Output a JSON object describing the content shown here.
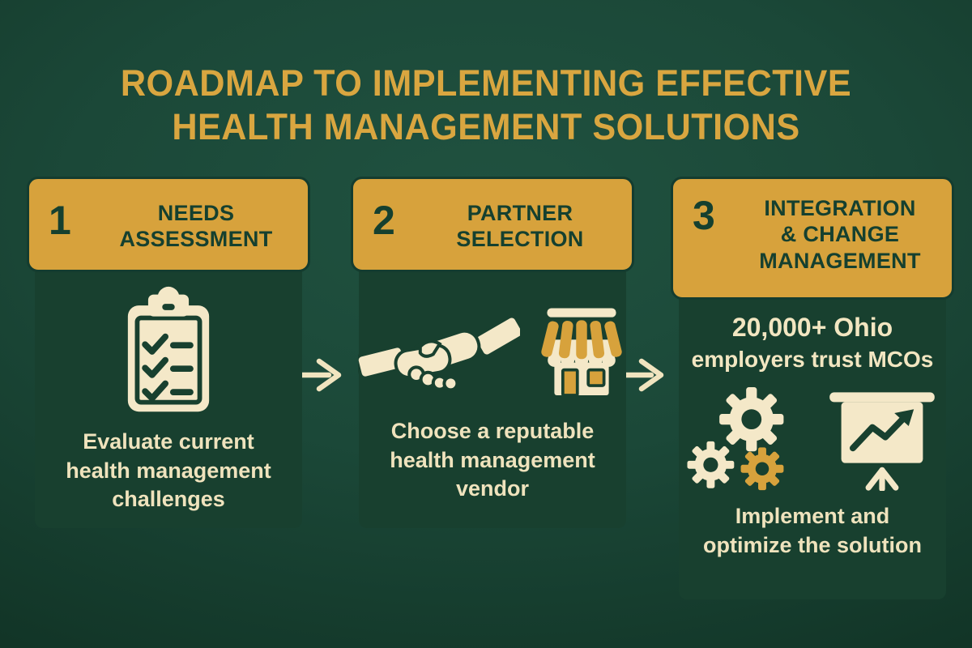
{
  "title": {
    "line1": "ROADMAP TO IMPLEMENTING EFFECTIVE",
    "line2": "HEALTH MANAGEMENT SOLUTIONS"
  },
  "colors": {
    "background_green": "#1B4838",
    "panel_green": "#18402F",
    "gold": "#D7A23C",
    "title_gold": "#D9A640",
    "cream": "#F4E8C8",
    "dark_green_text": "#15402F"
  },
  "steps": [
    {
      "number": "1",
      "heading": "NEEDS\nASSESSMENT",
      "description": "Evaluate current\nhealth management\nchallenges",
      "icons": [
        "clipboard-checklist-icon"
      ]
    },
    {
      "number": "2",
      "heading": "PARTNER\nSELECTION",
      "description": "Choose a reputable\nhealth management\nvendor",
      "icons": [
        "handshake-icon",
        "storefront-icon"
      ]
    },
    {
      "number": "3",
      "heading": "INTEGRATION\n& CHANGE\nMANAGEMENT",
      "stat_line1": "20,000+ Ohio",
      "stat_line2": "employers trust MCOs",
      "description": "Implement and\noptimize the solution",
      "icons": [
        "gears-icon",
        "growth-presentation-icon"
      ]
    }
  ]
}
